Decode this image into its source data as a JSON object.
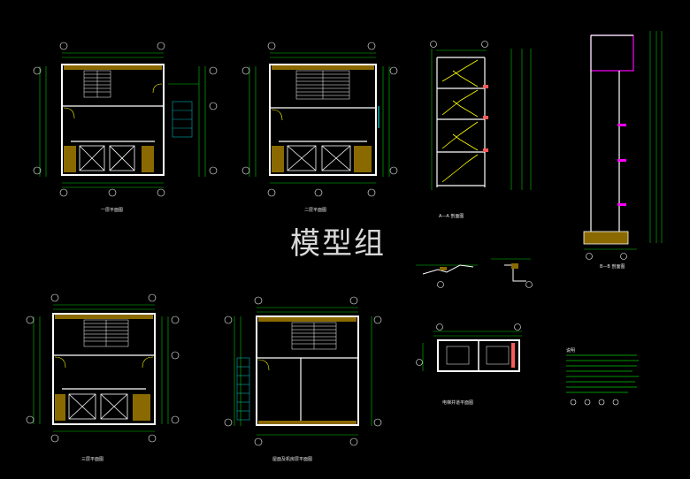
{
  "watermark": "模型组",
  "drawings": {
    "plan_1": "一层平面图",
    "plan_2": "二层平面图",
    "plan_3": "三层平面图",
    "plan_4": "屋面及机房层平面图",
    "section_aa": "A—A 剖面图",
    "section_bb": "B—B 剖面图",
    "pit_plan": "电梯井道平面图",
    "notes_title": "说明"
  },
  "colors": {
    "background": "#000000",
    "wall": "#ffffff",
    "dimension": "#00c800",
    "axis": "#00b0b0",
    "fill": "#8a6a00",
    "text": "#e8e8e8",
    "accent": "#ff5a5a",
    "magenta": "#ff00ff"
  }
}
